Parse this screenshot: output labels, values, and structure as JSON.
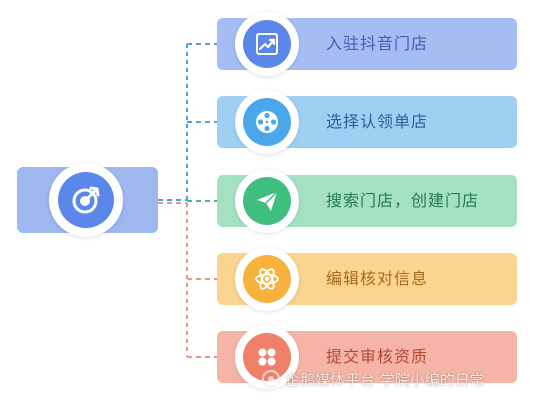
{
  "diagram": {
    "root": {
      "icon": "target-arrow-icon"
    },
    "steps": [
      {
        "label": "入驻抖音门店",
        "icon": "trend-chart-icon",
        "color": "#5b87ea",
        "line_color": "#4aa3e6"
      },
      {
        "label": "选择认领单店",
        "icon": "film-reel-icon",
        "color": "#4aa7ea",
        "line_color": "#4aa3e6"
      },
      {
        "label": "搜索门店，创建门店",
        "icon": "paper-plane-icon",
        "color": "#3fbf7f",
        "line_color": "#4aa3e6"
      },
      {
        "label": "编辑核对信息",
        "icon": "atom-icon",
        "color": "#f6b23d",
        "line_color": "#e79a7f"
      },
      {
        "label": "提交审核资质",
        "icon": "grid-dots-icon",
        "color": "#ef8067",
        "line_color": "#e79a7f"
      }
    ]
  },
  "watermark": {
    "text": "企鹅媒体平台 学院小编的日常",
    "icon": "penguin-logo-icon"
  }
}
